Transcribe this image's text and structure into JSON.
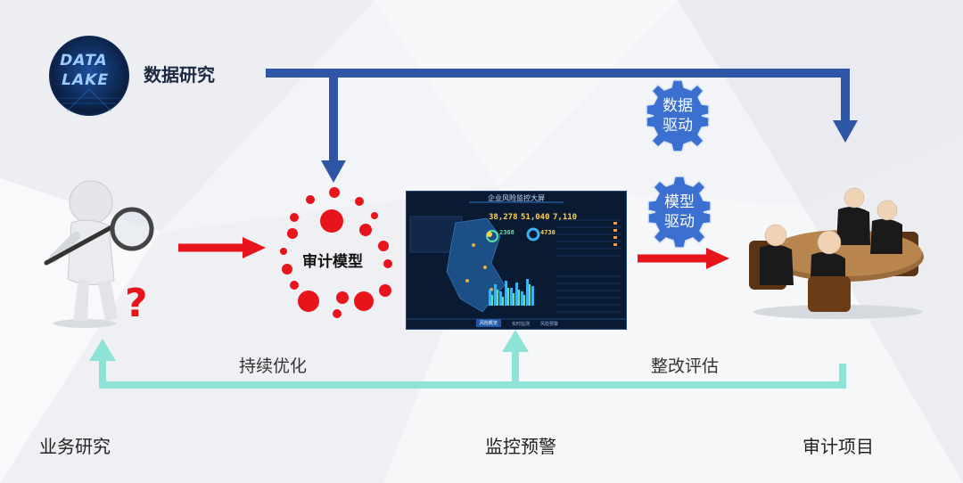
{
  "labels": {
    "data_research": "数据研究",
    "audit_model": "审计模型",
    "continuous_optimization": "持续优化",
    "rectification_evaluation": "整改评估",
    "business_research": "业务研究",
    "monitoring_warning": "监控预警",
    "audit_project": "审计项目"
  },
  "gears": {
    "data_driven": [
      "数据",
      "驱动"
    ],
    "model_driven": [
      "模型",
      "驱动"
    ]
  },
  "logo": {
    "line1": "DATA",
    "line2": "LAKE"
  },
  "dashboard": {
    "title": "企业风险监控大屏",
    "numbers": [
      "38,278",
      "51,040",
      "7,110",
      "2368",
      "4730"
    ],
    "tabs": [
      "风险概览",
      "实时监测",
      "风险预警"
    ]
  },
  "colors": {
    "blue_arrow": "#2f56a6",
    "teal_arrow": "#8ee3d8",
    "red_arrow": "#e8141b",
    "gear": "#3b6fd0",
    "model_dots": "#e8141b"
  }
}
